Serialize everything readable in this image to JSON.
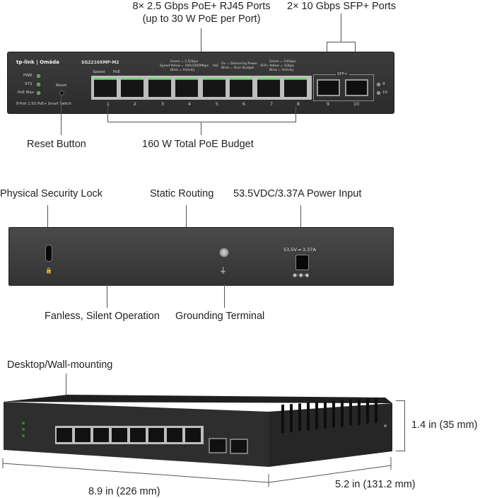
{
  "callouts": {
    "rj45_ports": "8× 2.5 Gbps PoE+ RJ45 Ports",
    "rj45_ports_sub": "(up to 30 W PoE per Port)",
    "sfp_ports": "2× 10 Gbps SFP+ Ports",
    "reset_button": "Reset Button",
    "poe_budget": "160 W Total PoE Budget",
    "security_lock": "Physical Security Lock",
    "static_routing": "Static Routing",
    "power_input": "53.5VDC/3.37A Power Input",
    "fanless": "Fanless, Silent Operation",
    "grounding": "Grounding Terminal",
    "mounting": "Desktop/Wall-mounting",
    "height": "1.4 in (35 mm)",
    "width": "8.9 in (226 mm)",
    "depth": "5.2 in (131.2 mm)"
  },
  "front_panel": {
    "brand": "tp-link | Omāda",
    "model": "SG2210XMP-M2",
    "leds": [
      "PWR",
      "SYS",
      "PoE Max"
    ],
    "reset_label": "Reset",
    "subtitle": "8-Port 2.5G PoE+ Smart Switch",
    "speed_label": "Speed",
    "poe_label": "PoE",
    "speed_legend_key": "Speed",
    "speed_legend": [
      "Green = 2.5Gbps",
      "Yellow = 100/1000Mbps",
      "Blink = Activity"
    ],
    "poe_legend_key": "PoE",
    "poe_legend": [
      "On = Delivering Power",
      "Blink = Over Budget"
    ],
    "sfp_legend_key": "SFP+",
    "sfp_legend": [
      "Green = 10Gbps",
      "Yellow = 1Gbps",
      "Blink = Activity"
    ],
    "sfp_group_label": "SFP+",
    "rj45_port_numbers": [
      "1",
      "2",
      "3",
      "4",
      "5",
      "6",
      "7",
      "8"
    ],
    "sfp_port_numbers": [
      "9",
      "10"
    ],
    "sfp_led_labels": [
      "9",
      "10"
    ]
  },
  "rear_panel": {
    "power_rating": "53.5V ═ 3.37A"
  }
}
